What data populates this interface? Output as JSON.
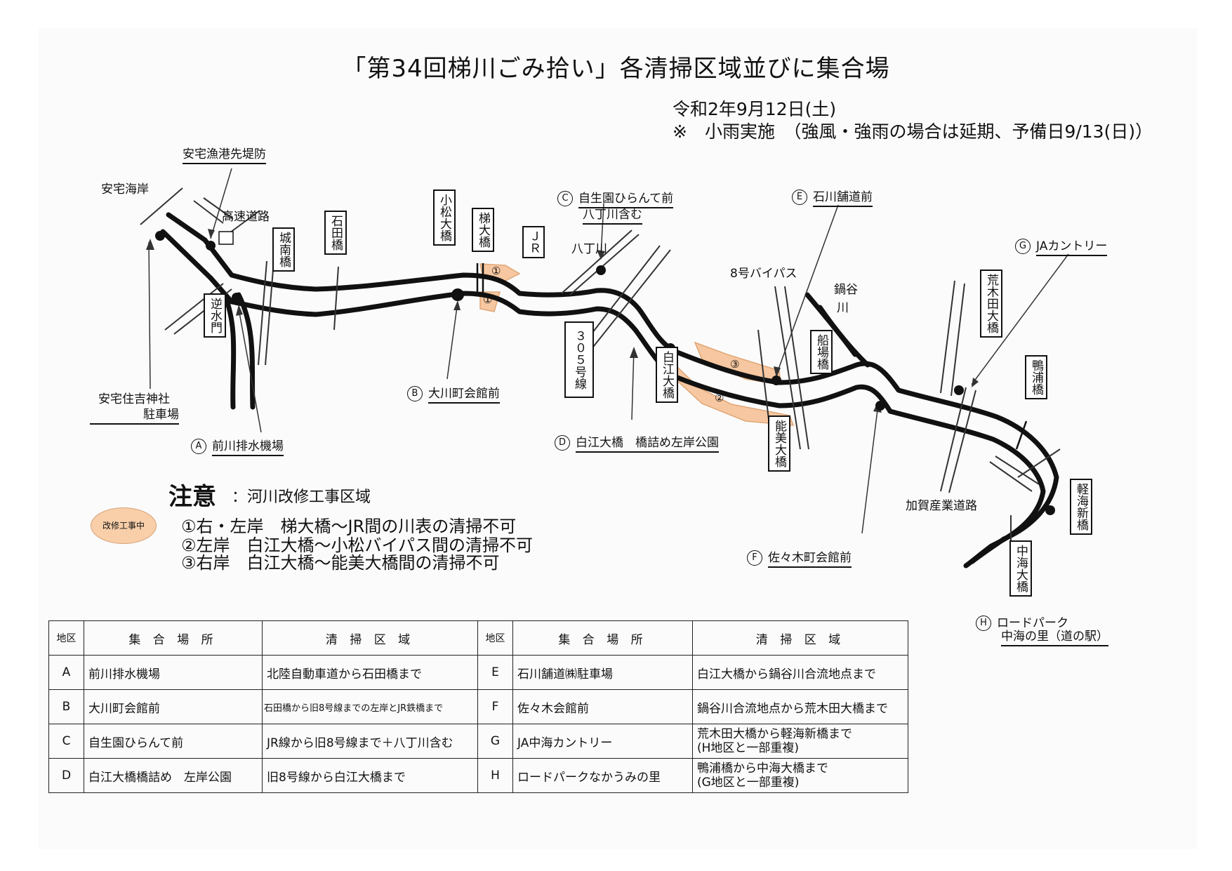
{
  "title": "「第34回梯川ごみ拾い」各清掃区域並びに集合場",
  "date_line": "令和2年9月12日(土)",
  "note_line": "※　小雨実施　（強風・強雨の場合は延期、予備日9/13(日)）",
  "map": {
    "labels": {
      "port_embankment": "安宅漁港先堤防",
      "ataka_coast": "安宅海岸",
      "expressway": "高速道路",
      "hatchogawa": "八丁川",
      "bypass8": "8号バイパス",
      "nabetani_1": "鍋谷",
      "nabetani_2": "川",
      "kaga_road": "加賀産業道路",
      "ataka_shrine_1": "安宅住吉神社",
      "ataka_shrine_2": "駐車場"
    },
    "bridges": {
      "gyakusuimon": "逆水門",
      "jonan": "城南橋",
      "ishida": "石田橋",
      "komatsu": "小松大橋",
      "kakehashi": "梯大橋",
      "jr": "ＪＲ",
      "route305": "３０５号線",
      "shirae": "白江大橋",
      "funaba": "船場橋",
      "nomi": "能美大橋",
      "aratada": "荒木田大橋",
      "kamoura": "鴨浦橋",
      "karumi": "軽海新橋",
      "nakaumi": "中海大橋"
    },
    "points": {
      "A": {
        "letter": "A",
        "text": "前川排水機場"
      },
      "B": {
        "letter": "B",
        "text": "大川町会館前"
      },
      "C": {
        "letter": "C",
        "text1": "自生園ひらんて前",
        "text2": "八丁川含む"
      },
      "D": {
        "letter": "D",
        "text": "白江大橋　橋詰め左岸公園"
      },
      "E": {
        "letter": "E",
        "text": "石川舗道前"
      },
      "F": {
        "letter": "F",
        "text": "佐々木町会館前"
      },
      "G": {
        "letter": "G",
        "text": "JAカントリー"
      },
      "H": {
        "letter": "H",
        "text1": "ロードパーク",
        "text2": "中海の里（道の駅）"
      }
    },
    "zone_marks": {
      "one": "①",
      "two": "②",
      "three": "③"
    }
  },
  "notice": {
    "title": "注意",
    "subtitle": "：河川改修工事区域",
    "badge": "改修工事中",
    "items": [
      "①右・左岸　梯大橋～JR間の川表の清掃不可",
      "②左岸　白江大橋～小松バイパス間の清掃不可",
      "③右岸　白江大橋～能美大橋間の清掃不可"
    ]
  },
  "table": {
    "headers": [
      "地区",
      "集 合 場 所",
      "清 掃 区 域",
      "地区",
      "集 合 場 所",
      "清 掃 区 域"
    ],
    "rows": [
      {
        "id": "A",
        "place": "前川排水機場",
        "area": "北陸自動車道から石田橋まで",
        "id2": "E",
        "place2": "石川舗道㈱駐車場",
        "area2": "白江大橋から鍋谷川合流地点まで"
      },
      {
        "id": "B",
        "place": "大川町会館前",
        "area": "石田橋から旧8号線までの左岸とJR鉄橋まで",
        "id2": "F",
        "place2": "佐々木会館前",
        "area2": "鍋谷川合流地点から荒木田大橋まで"
      },
      {
        "id": "C",
        "place": "自生園ひらんて前",
        "area": "JR線から旧8号線まで＋八丁川含む",
        "id2": "G",
        "place2": "JA中海カントリー",
        "area2": "荒木田大橋から軽海新橋まで\n(H地区と一部重複)"
      },
      {
        "id": "D",
        "place": "白江大橋橋詰め　左岸公園",
        "area": "旧8号線から白江大橋まで",
        "id2": "H",
        "place2": "ロードパークなかうみの里",
        "area2": "鴨浦橋から中海大橋まで\n(G地区と一部重複)"
      }
    ]
  },
  "colors": {
    "construction_zone": "#f6c7a0",
    "river": "#111111"
  }
}
